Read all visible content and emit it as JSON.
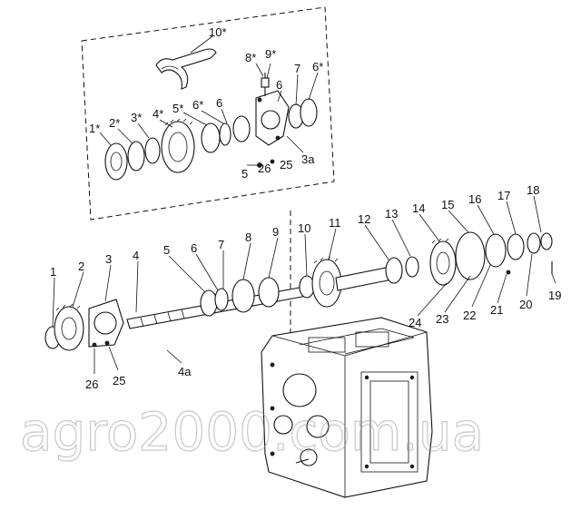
{
  "labels_upper": [
    "10*",
    "8*",
    "9*",
    "7",
    "6*",
    "6",
    "1*",
    "2*",
    "3*",
    "4*",
    "5*",
    "6*",
    "5",
    "26",
    "25",
    "3a"
  ],
  "labels_lower": [
    "1",
    "2",
    "3",
    "4",
    "5",
    "6",
    "7",
    "8",
    "9",
    "10",
    "11",
    "12",
    "13",
    "14",
    "15",
    "16",
    "17",
    "18",
    "19",
    "20",
    "21",
    "22",
    "23",
    "24",
    "26",
    "25",
    "4a"
  ],
  "watermark": "agro2000.com.ua"
}
